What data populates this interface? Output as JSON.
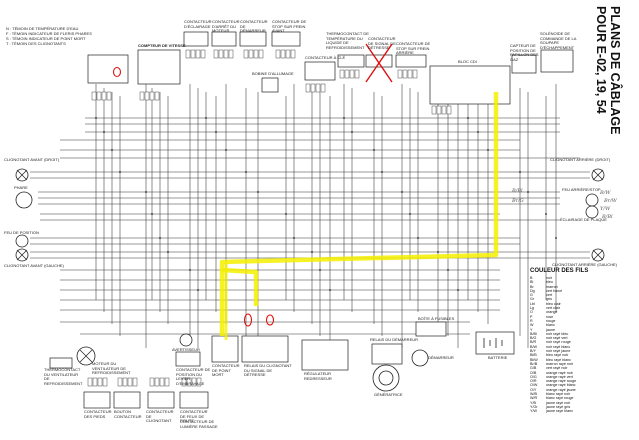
{
  "title": {
    "line1": "PLANS DE CÂBLAGE",
    "line2": "POUR E-02, 19, 54"
  },
  "indicators_legend": [
    {
      "key": "N",
      "text": "TÉMOIN DE TEMPÉRATURE D'EAU"
    },
    {
      "key": "F",
      "text": "TÉMOIN INDICATEUR DE FLERIS PHARES"
    },
    {
      "key": "S",
      "text": "TÉMOIN INDICATEUR DE POINT MORT"
    },
    {
      "key": "T",
      "text": "TÉMOIN DES CLIGNOTANTS"
    }
  ],
  "components": {
    "speedometer": "COMPTEUR DE VITESSE",
    "light_switch": "CONTACTEUR D'ÉCLAIRAGE",
    "engine_stop": "CONTACTEUR D'ARRÊT DU MOTEUR",
    "starter_switch": "CONTACTEUR DE DÉMARREUR",
    "front_brake_switch": "CONTACTEUR DE STOP SUR FREIN AVANT",
    "ignition_coil": "BOBINE D'ALLUMAGE",
    "ignition_switch": "CONTACTEUR À CLÉ",
    "temp_sensor": "THERMOCONTACT DE TEMPÉRATURE DU LIQUIDE DE REFROIDISSEMENT",
    "horn_switch": "CONTACTEUR DE SIGNAL DE DÉTRESSE",
    "rear_brake_switch": "CONTACTEUR DE STOP SUR FREIN ARRIÈRE",
    "cdi": "BLOC CDI",
    "throttle_sensor": "CAPTEUR DE POSITION DE PAPILLON DES GAZ",
    "solenoid": "SOLÉNOÏDE DE COMMANDE DE LA SOUPAPE D'ÉCHAPPEMENT",
    "front_right_turn": "CLIGNOTANT AVANT (DROIT)",
    "rear_right_turn": "CLIGNOTANT ARRIÈRE (DROIT)",
    "headlight": "PHARE",
    "rear_stop_light": "FEU ARRIÈRE/STOP",
    "license_light": "ÉCLAIRAGE DE PLAQUE",
    "position_light": "FEU DE POSITION",
    "front_left_turn": "CLIGNOTANT AVANT (GAUCHE)",
    "rear_left_turn": "CLIGNOTANT ARRIÈRE (GAUCHE)",
    "fan_thermo": "THERMOCONTACT DU VENTILATEUR DE REFROIDISSEMENT",
    "fan_motor": "MOTEUR DU VENTILATEUR DE REFROIDISSEMENT",
    "horn": "AVERTISSEUR",
    "gear_position": "CONTACTEUR DE POSITION DU LEVIER D'EMBRAYAGE",
    "neutral_switch": "CONTACTEUR DE POINT MORT",
    "turn_relay": "RELAIS DU CLIGNOTANT DU SIGNAL DE DÉTRESSE",
    "regulator": "RÉGULATEUR REDRESSEUR",
    "starter_relay": "RELAIS DU DÉMARREUR",
    "starter_motor": "DÉMARREUR",
    "fuse_box": "BOÎTE À FUSIBLES",
    "battery": "BATTERIE",
    "generator": "GÉNÉRATRICE",
    "clutch_switch": "CONTACTEUR DES PIEDS",
    "side_stand": "BOUTON CONTACTEUR",
    "turn_switch": "CONTACTEUR DE CLIGNOTANT",
    "dimmer_switch": "CONTACTEUR DE FEUX DE ROUTE",
    "passing_switch": "CONTACTEUR DE LUMIÈRE PASSAGE"
  },
  "wire_colors": {
    "title": "COULEUR DES FILS",
    "rows": [
      {
        "code": "B",
        "name": "noir"
      },
      {
        "code": "Bl",
        "name": "bleu"
      },
      {
        "code": "Br",
        "name": "marron"
      },
      {
        "code": "Dg",
        "name": "vert foncé"
      },
      {
        "code": "G",
        "name": "vert"
      },
      {
        "code": "Gr",
        "name": "gris"
      },
      {
        "code": "Lbl",
        "name": "bleu clair"
      },
      {
        "code": "Lg",
        "name": "vert clair"
      },
      {
        "code": "O",
        "name": "orange"
      },
      {
        "code": "P",
        "name": "rose"
      },
      {
        "code": "R",
        "name": "rouge"
      },
      {
        "code": "W",
        "name": "blanc"
      },
      {
        "code": "Y",
        "name": "jaune"
      },
      {
        "code": "B/Bl",
        "name": "noir rayé bleu"
      },
      {
        "code": "B/G",
        "name": "noir rayé vert"
      },
      {
        "code": "B/R",
        "name": "noir rayé rouge"
      },
      {
        "code": "B/W",
        "name": "noir rayé blanc"
      },
      {
        "code": "B/Y",
        "name": "noir rayé jaune"
      },
      {
        "code": "Bl/B",
        "name": "bleu rayé noir"
      },
      {
        "code": "Bl/W",
        "name": "bleu rayé blanc"
      },
      {
        "code": "Br/B",
        "name": "marron rayé noir"
      },
      {
        "code": "G/B",
        "name": "vert rayé noir"
      },
      {
        "code": "O/B",
        "name": "orange rayé noir"
      },
      {
        "code": "O/G",
        "name": "orange rayé vert"
      },
      {
        "code": "O/R",
        "name": "orange rayé rouge"
      },
      {
        "code": "O/W",
        "name": "orange rayé blanc"
      },
      {
        "code": "O/Y",
        "name": "orange rayé jaune"
      },
      {
        "code": "W/B",
        "name": "blanc rayé noir"
      },
      {
        "code": "W/R",
        "name": "blanc rayé rouge"
      },
      {
        "code": "Y/B",
        "name": "jaune rayé noir"
      },
      {
        "code": "Y/Gr",
        "name": "jaune rayé gris"
      },
      {
        "code": "Y/W",
        "name": "jaune rayé blanc"
      }
    ]
  },
  "handwritten_notes": [
    "B/Bl",
    "Br/G",
    "B/W",
    "Br/W",
    "Y/W",
    "B/Bl"
  ],
  "markup_colors": {
    "highlight": "#f4f000",
    "circle": "#e01010",
    "cross": "#e01010"
  }
}
